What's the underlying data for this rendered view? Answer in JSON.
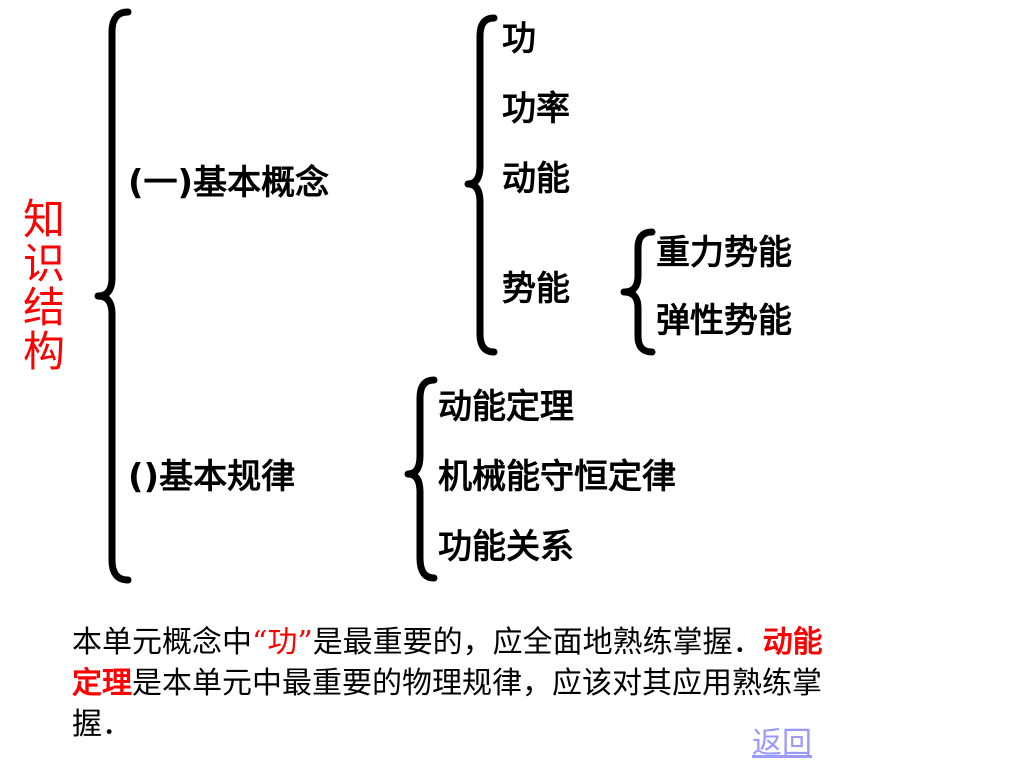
{
  "title": {
    "chars": [
      "知",
      "识",
      "结",
      "构"
    ],
    "color": "#ff0000"
  },
  "tree": {
    "basic_concepts": {
      "label": "(一)基本概念",
      "items": [
        "功",
        "功率",
        "动能"
      ],
      "potential_energy": {
        "label": "势能",
        "items": [
          "重力势能",
          "弹性势能"
        ]
      }
    },
    "basic_laws": {
      "label": "()基本规律",
      "items": [
        "动能定理",
        "机械能守恒定律",
        "功能关系"
      ]
    }
  },
  "summary": {
    "part1": "本单元概念中",
    "quote": "“功”",
    "part2": "是最重要的，应全面地熟练掌握．",
    "highlight1": "动能",
    "highlight2": "定理",
    "part3": "是本单元中最重要的物理规律，应该对其应用熟练掌",
    "part4": "握．"
  },
  "back_link": {
    "label": "返回",
    "color": "#9999ff"
  }
}
